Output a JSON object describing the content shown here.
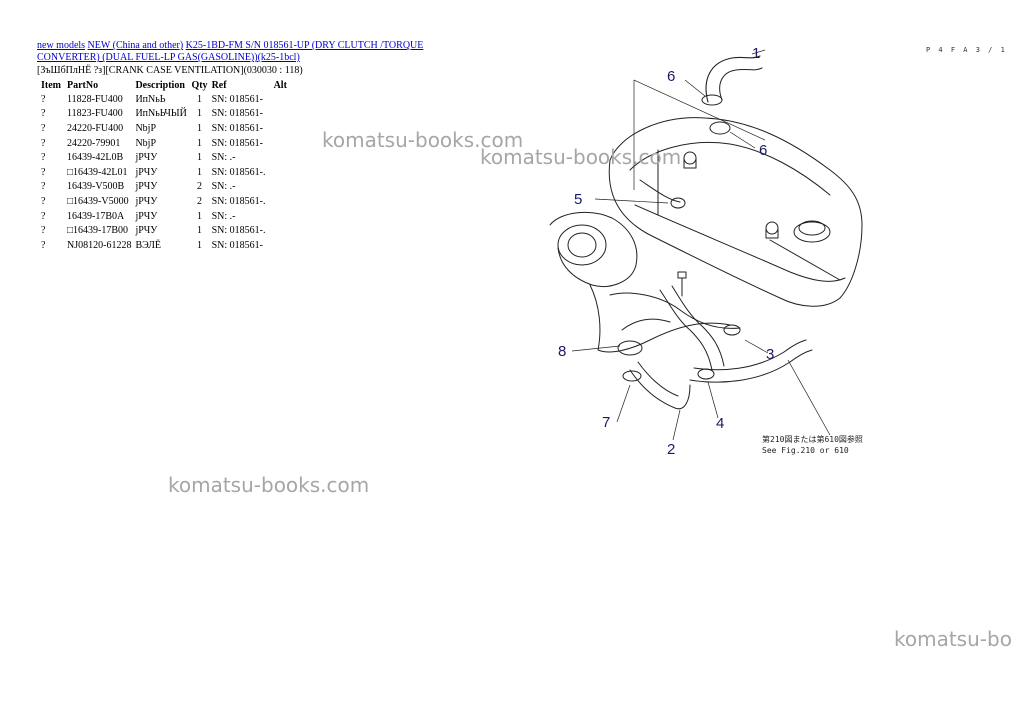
{
  "breadcrumb": {
    "link1": "new models",
    "link2": "NEW (China and other)",
    "link3": "K25-1BD-FM S/N 018561-UP (DRY CLUTCH /TORQUE CONVERTER) (DUAL FUEL-LP GAS(GASOLINE))(k25-1bcl)"
  },
  "section_title": "[ЗъШбПлНЁ ?з][CRANK CASE VENTILATION](030030 : 118)",
  "table": {
    "headers": [
      "Item",
      "PartNo",
      "Description",
      "Qty",
      "Ref",
      "Alt"
    ],
    "rows": [
      {
        "item": "?",
        "part": "11828-FU400",
        "desc": "ИпNьЬ",
        "qty": "1",
        "ref": "SN: 018561-",
        "alt": ""
      },
      {
        "item": "?",
        "part": "11823-FU400",
        "desc": "ИпNьЬЧЫЙ",
        "qty": "1",
        "ref": "SN: 018561-",
        "alt": ""
      },
      {
        "item": "?",
        "part": "24220-FU400",
        "desc": "NbjP",
        "qty": "1",
        "ref": "SN: 018561-",
        "alt": ""
      },
      {
        "item": "?",
        "part": "24220-79901",
        "desc": "NbjP",
        "qty": "1",
        "ref": "SN: 018561-",
        "alt": ""
      },
      {
        "item": "?",
        "part": "16439-42L0B",
        "desc": "jРЧУ",
        "qty": "1",
        "ref": "SN: .-",
        "alt": ""
      },
      {
        "item": "?",
        "part": "□16439-42L01",
        "desc": "jРЧУ",
        "qty": "1",
        "ref": "SN: 018561-.",
        "alt": ""
      },
      {
        "item": "?",
        "part": "16439-V500B",
        "desc": "jРЧУ",
        "qty": "2",
        "ref": "SN: .-",
        "alt": ""
      },
      {
        "item": "?",
        "part": "□16439-V5000",
        "desc": "jРЧУ",
        "qty": "2",
        "ref": "SN: 018561-.",
        "alt": ""
      },
      {
        "item": "?",
        "part": "16439-17B0A",
        "desc": "jРЧУ",
        "qty": "1",
        "ref": "SN: .-",
        "alt": ""
      },
      {
        "item": "?",
        "part": "□16439-17B00",
        "desc": "jРЧУ",
        "qty": "1",
        "ref": "SN: 018561-.",
        "alt": ""
      },
      {
        "item": "?",
        "part": "NJ08120-61228",
        "desc": "ВЭЛЁ",
        "qty": "1",
        "ref": "SN: 018561-",
        "alt": ""
      }
    ]
  },
  "diagram": {
    "page_code": "P 4 F A 3 / 1",
    "callouts": [
      "1",
      "6",
      "6",
      "5",
      "8",
      "3",
      "7",
      "4",
      "2"
    ],
    "see_note_jp": "第210図または第610図参照",
    "see_note_en": "See Fig.210 or 610"
  },
  "watermarks": [
    "komatsu-books.com",
    "komatsu-books.com",
    "komatsu-books.com",
    "komatsu-bo"
  ]
}
